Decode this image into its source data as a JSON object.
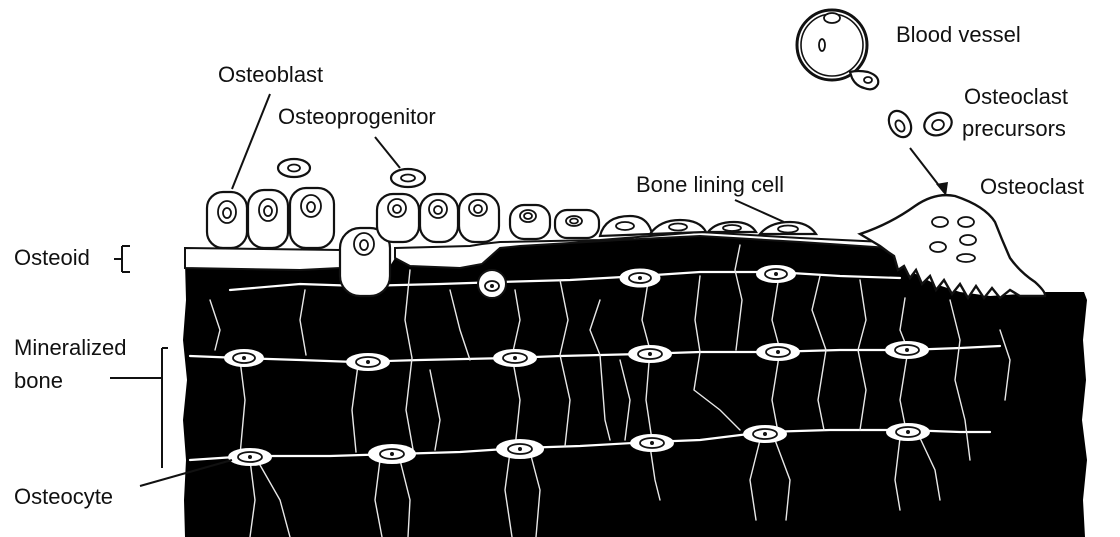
{
  "labels": {
    "osteoblast": "Osteoblast",
    "osteoprogenitor": "Osteoprogenitor",
    "blood_vessel": "Blood vessel",
    "osteoclast_precursors_line1": "Osteoclast",
    "osteoclast_precursors_line2": "precursors",
    "bone_lining_cell": "Bone lining cell",
    "osteoclast": "Osteoclast",
    "osteoid": "Osteoid",
    "mineralized_bone_line1": "Mineralized",
    "mineralized_bone_line2": "bone",
    "osteocyte": "Osteocyte"
  },
  "colors": {
    "bone": "#000000",
    "ink": "#111111",
    "background": "#ffffff"
  }
}
